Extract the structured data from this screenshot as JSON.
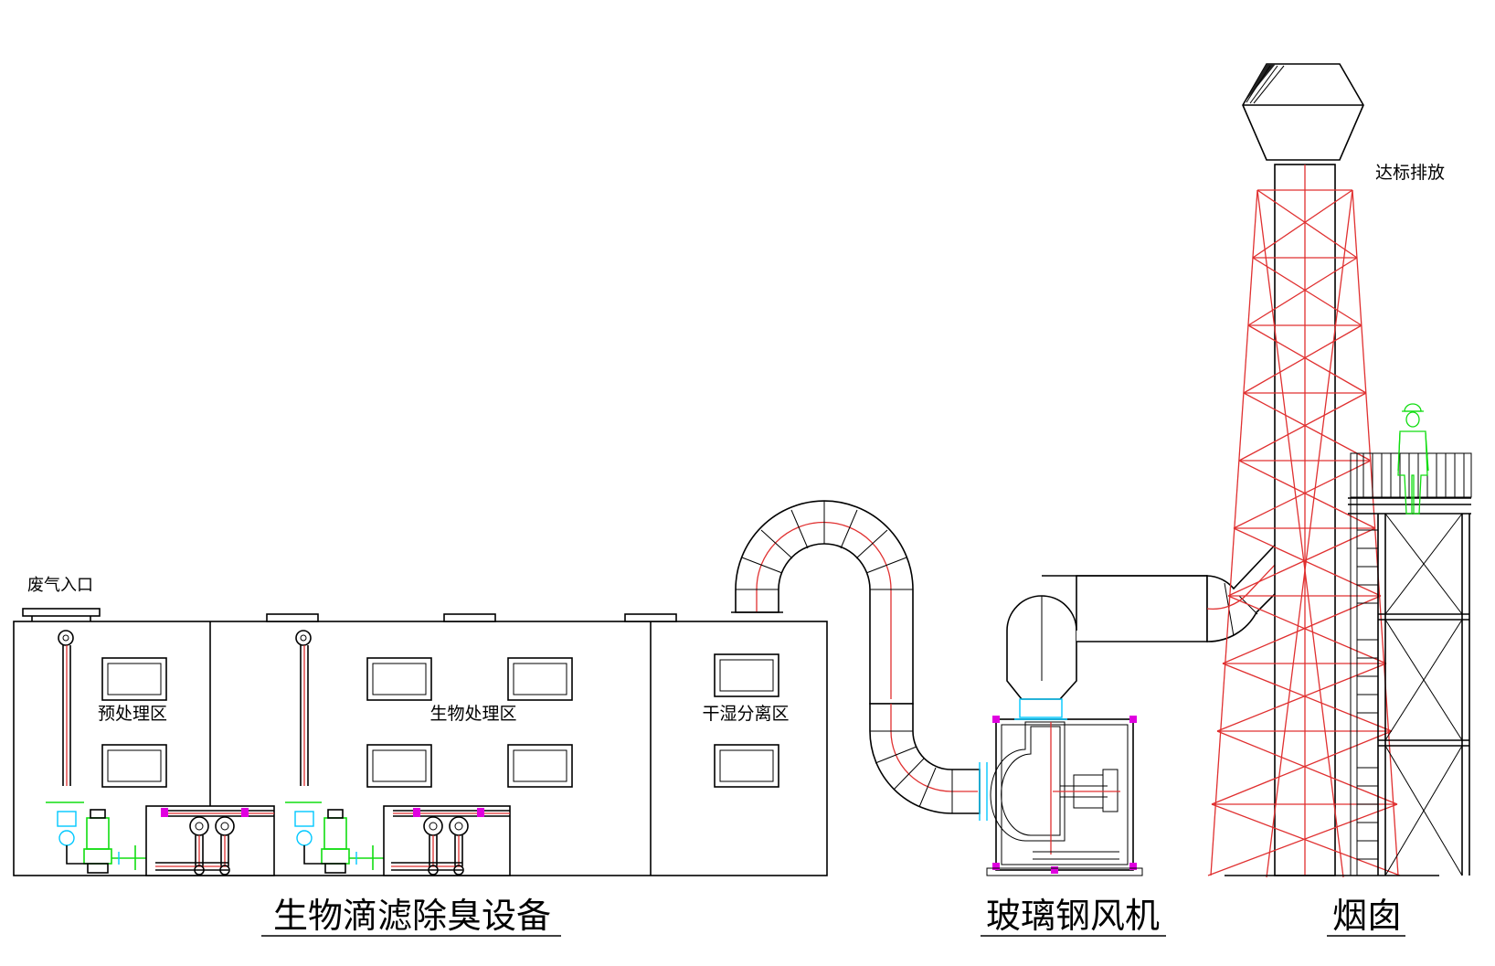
{
  "labels": {
    "inlet": "废气入口",
    "pretreatment": "预处理区",
    "biological": "生物处理区",
    "drywet": "干湿分离区",
    "discharge": "达标排放",
    "equipment_title": "生物滴滤除臭设备",
    "fan_title": "玻璃钢风机",
    "chimney_title": "烟囱"
  },
  "colors": {
    "outline": "#000000",
    "tower_frame": "#e03030",
    "pump": "#11dd11",
    "fittings": "#00c8ff",
    "flange": "#e000e0",
    "worker": "#11dd11"
  }
}
